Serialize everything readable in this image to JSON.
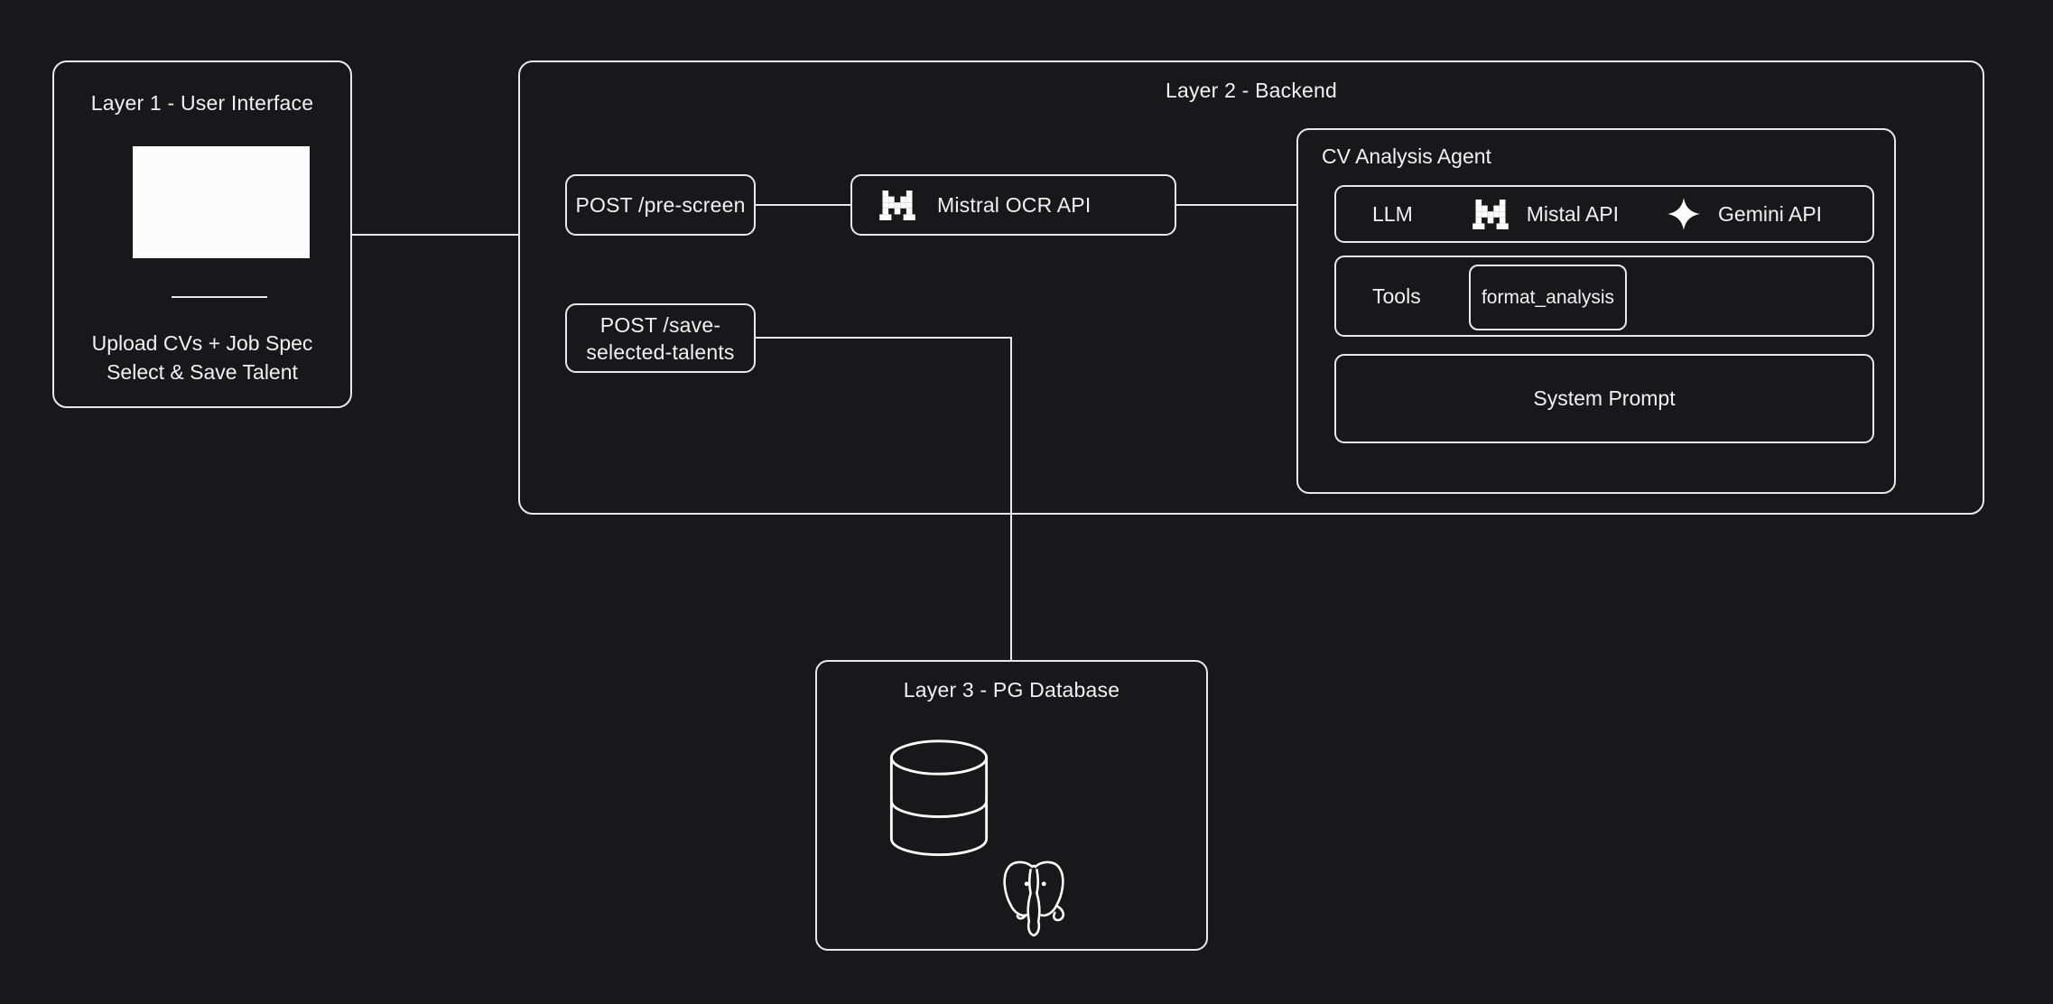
{
  "colors": {
    "background": "#18181a",
    "stroke": "#e9e9ea",
    "text": "#f1f1f1",
    "screen_fill": "#fcfcfc"
  },
  "layer1": {
    "title": "Layer 1 - User Interface",
    "caption_line1": "Upload CVs + Job Spec",
    "caption_line2": "Select & Save Talent"
  },
  "layer2": {
    "title": "Layer 2 - Backend",
    "nodes": {
      "pre_screen": {
        "label": "POST /pre-screen"
      },
      "save_selected": {
        "line1": "POST /save-",
        "line2": "selected-talents"
      },
      "mistral_ocr": {
        "label": "Mistral OCR API"
      }
    },
    "cv_agent": {
      "title": "CV Analysis Agent",
      "llm_row": {
        "label": "LLM",
        "provider1": "Mistal API",
        "provider2": "Gemini API"
      },
      "tools_row": {
        "label": "Tools",
        "tool_label": "format_analysis"
      },
      "system_prompt_label": "System Prompt"
    }
  },
  "layer3": {
    "title": "Layer 3 - PG Database"
  }
}
